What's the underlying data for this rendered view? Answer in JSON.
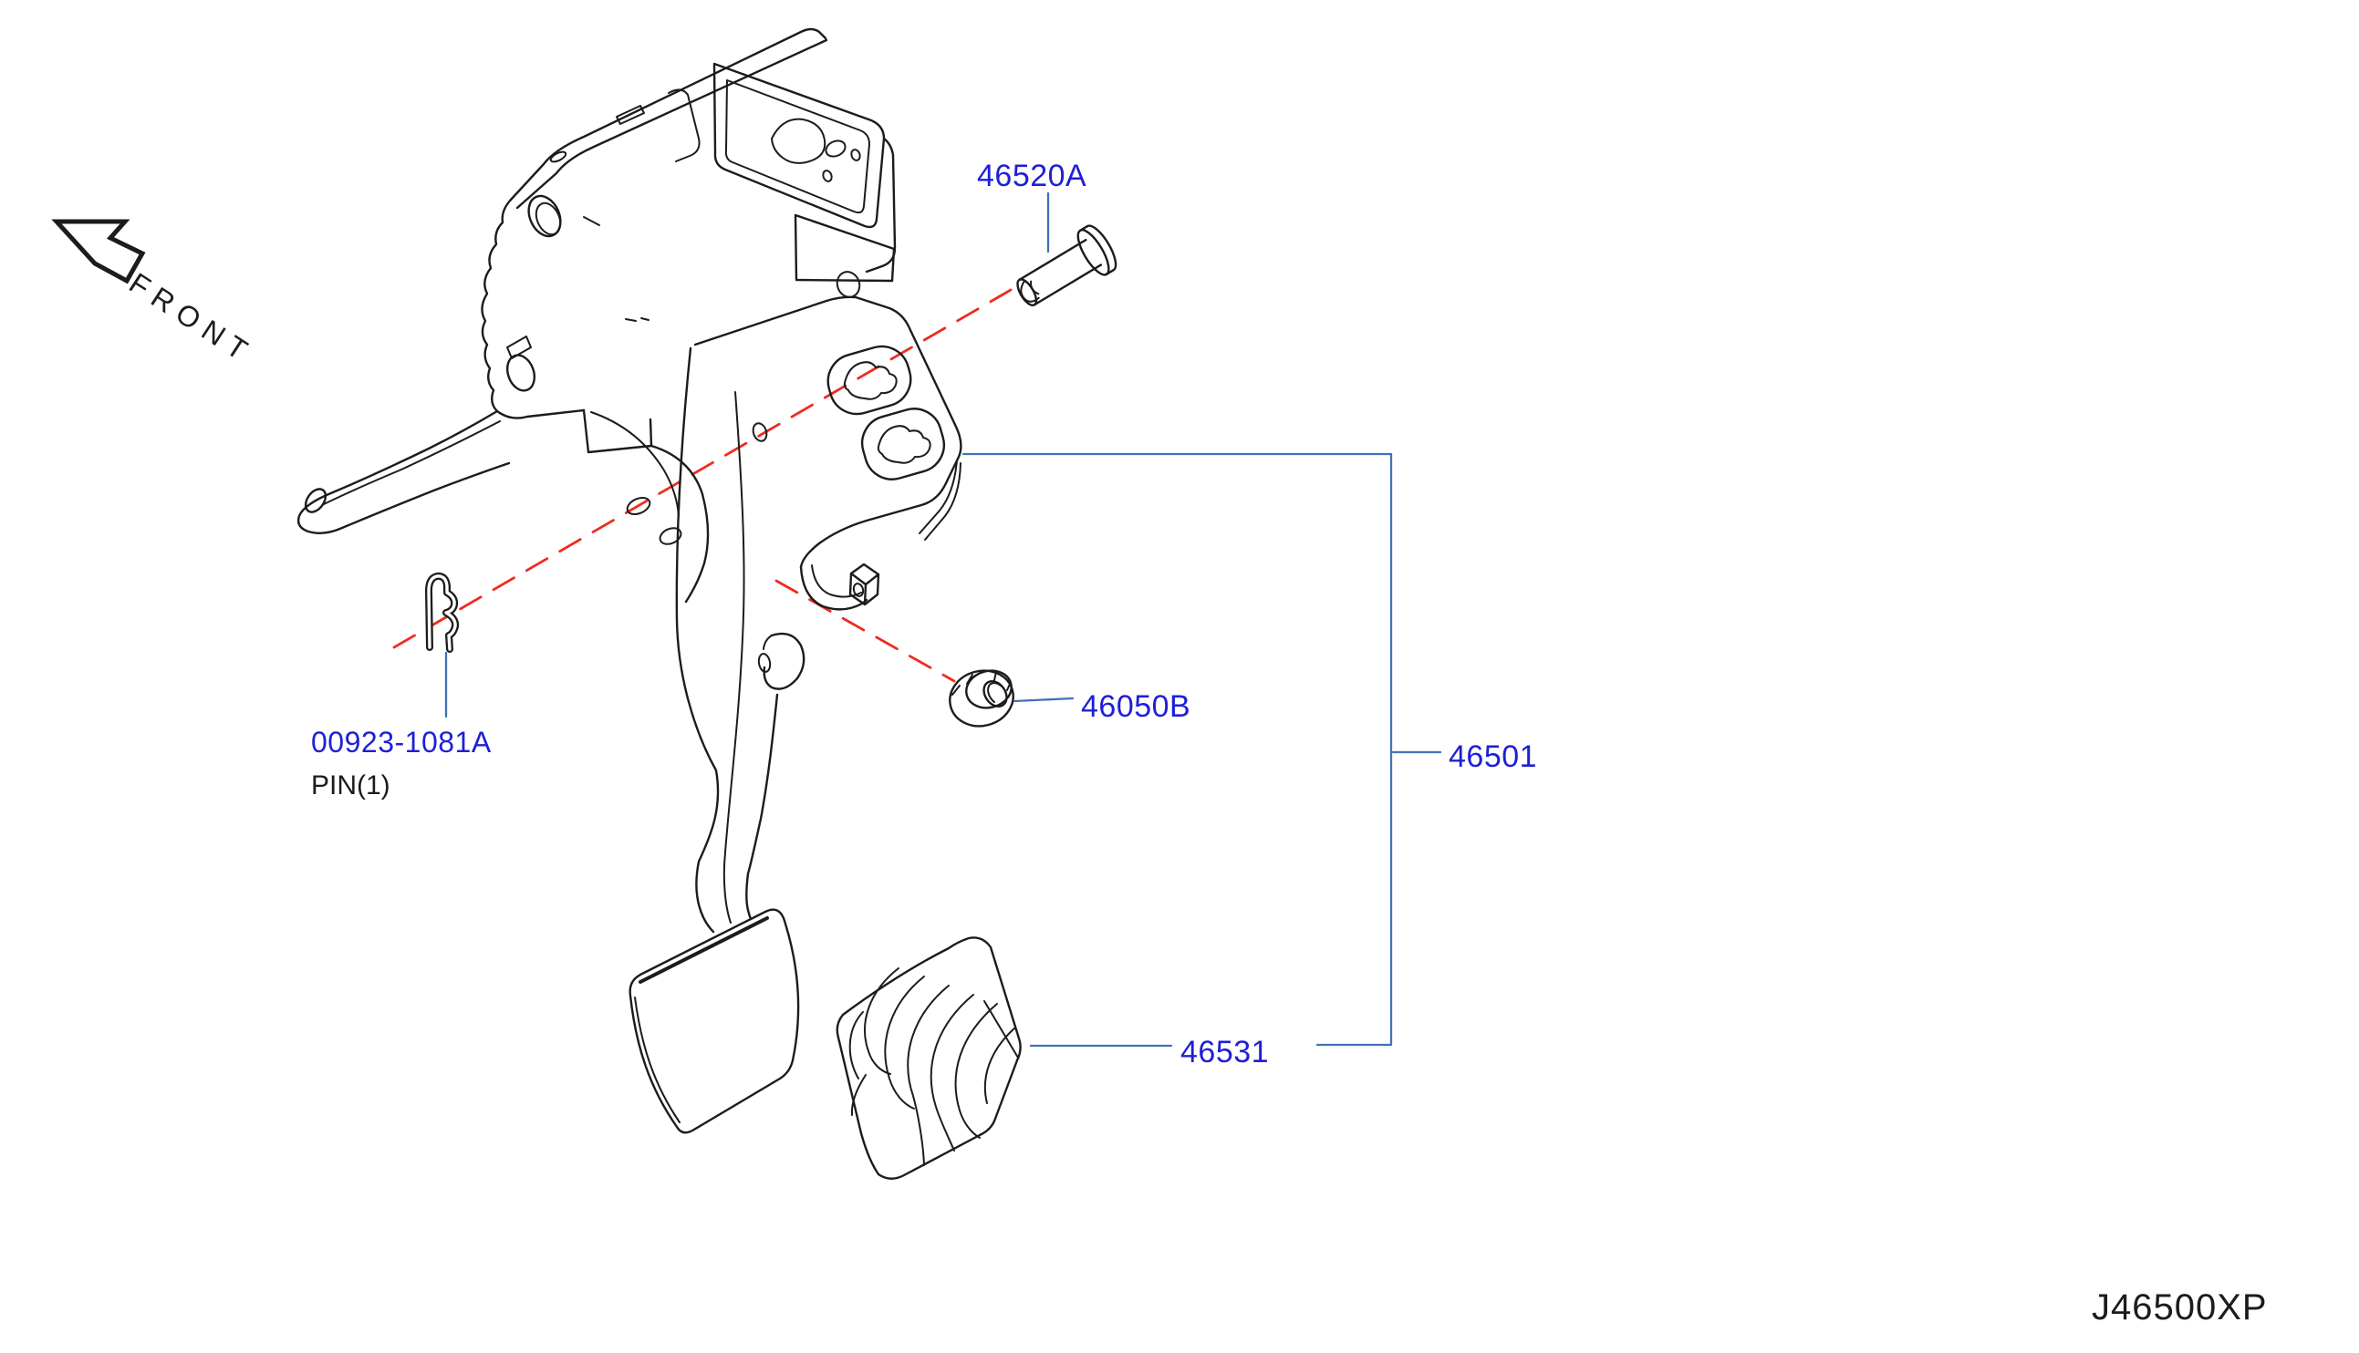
{
  "diagram": {
    "code": "J46500XP",
    "front_label": "FRONT",
    "callouts": [
      {
        "part_number": "46520A",
        "description": ""
      },
      {
        "part_number": "00923-1081A",
        "description": "PIN(1)"
      },
      {
        "part_number": "46050B",
        "description": ""
      },
      {
        "part_number": "46501",
        "description": ""
      },
      {
        "part_number": "46531",
        "description": ""
      }
    ]
  },
  "colors": {
    "part_label": "#1f1fd8",
    "leader_line": "#4272b8",
    "highlight_dash": "#ef2b22",
    "ink": "#1c1c1c",
    "background": "#ffffff"
  }
}
